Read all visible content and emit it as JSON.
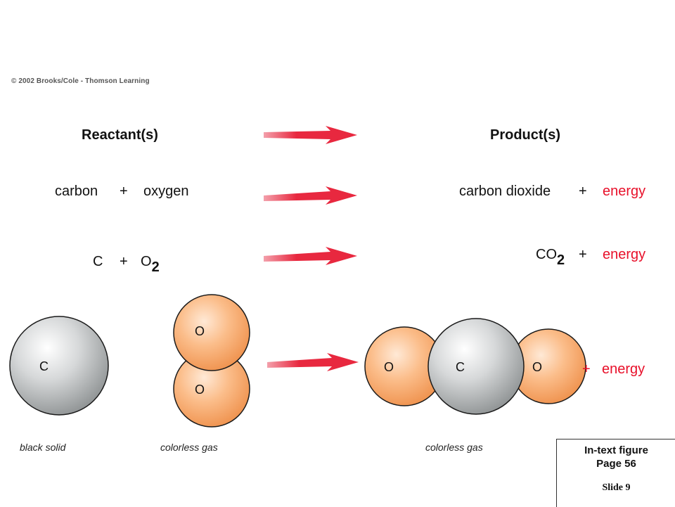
{
  "copyright": "© 2002 Brooks/Cole - Thomson Learning",
  "headers": {
    "reactants": "Reactant(s)",
    "products": "Product(s)"
  },
  "word_equation": {
    "reactant1": "carbon",
    "plus1": "+",
    "reactant2": "oxygen",
    "product1": "carbon dioxide",
    "plus2": "+",
    "product2": "energy"
  },
  "formula_equation": {
    "r1": "C",
    "plus1": "+",
    "r2_base": "O",
    "r2_sub": "2",
    "p1_base": "CO",
    "p1_sub": "2",
    "plus2": "+",
    "p2": "energy"
  },
  "molecules": {
    "carbon_label": "C",
    "oxygen_top_label": "O",
    "oxygen_bottom_label": "O",
    "co2_left_label": "O",
    "co2_center_label": "C",
    "co2_right_label": "O",
    "plus": "+",
    "energy": "energy"
  },
  "captions": {
    "carbon": "black solid",
    "oxygen": "colorless gas",
    "co2": "colorless gas"
  },
  "footer": {
    "line1": "In-text figure",
    "line2": "Page 56",
    "line3": "Slide 9"
  },
  "colors": {
    "arrow": "#e8283f",
    "energy": "#e8102a",
    "oxygen_atom": "#f6a661",
    "carbon_atom": "#b9bcbd"
  },
  "icons": [
    "reaction-arrow",
    "carbon-atom",
    "oxygen-atom"
  ]
}
